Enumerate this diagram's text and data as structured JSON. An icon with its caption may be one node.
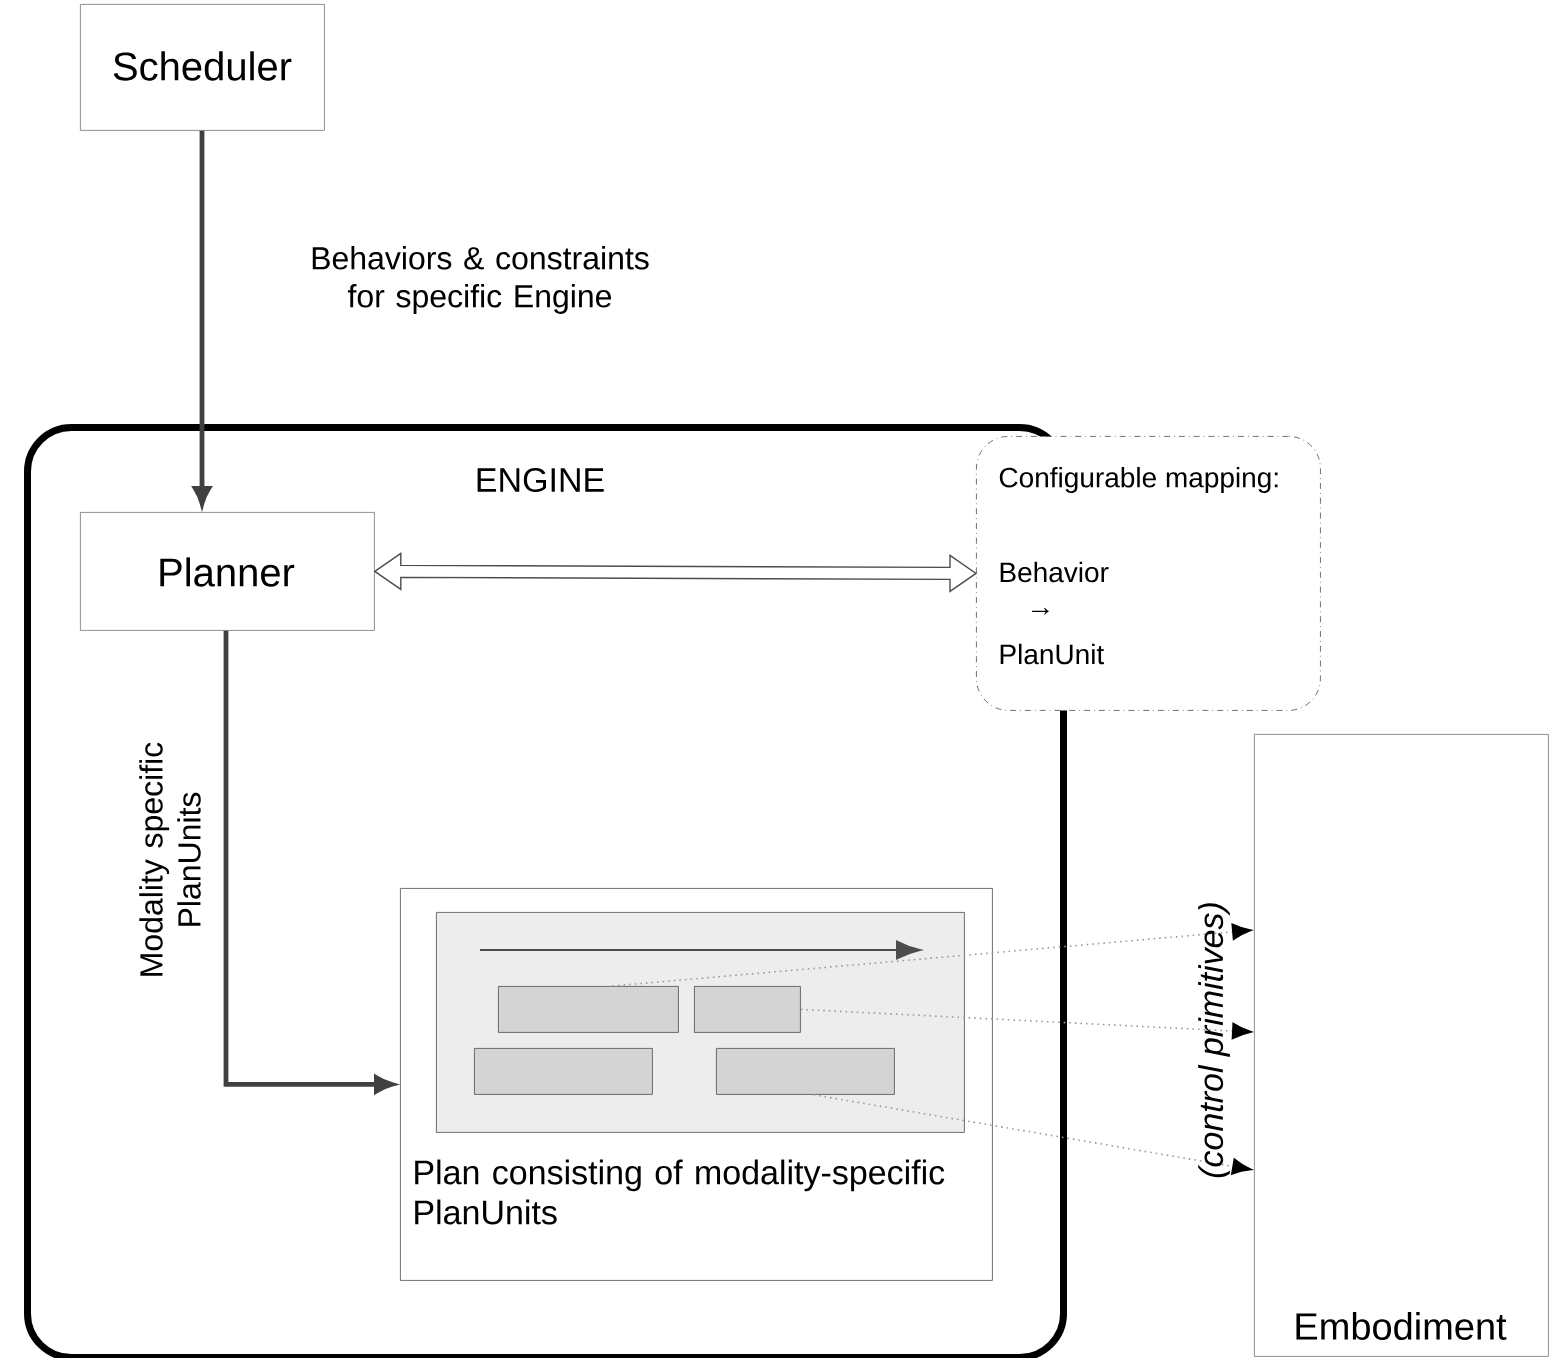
{
  "diagram": {
    "nodes": [
      {
        "text": [
          "Scheduler"
        ]
      },
      {
        "text": [
          "ENGINE"
        ]
      },
      {
        "text": [
          "Planner"
        ],
        "in": 1
      },
      {
        "text": [
          "Configurable mapping:",
          "Behavior",
          "→",
          "PlanUnit"
        ]
      },
      {
        "text": [
          "Plan consisting of modality-specific PlanUnits"
        ],
        "in": 1
      },
      {
        "text": [],
        "shape": "box",
        "in": 4
      },
      {
        "text": [],
        "shape": "box",
        "in": 5
      },
      {
        "text": [],
        "shape": "box",
        "in": 5
      },
      {
        "text": [],
        "shape": "box",
        "in": 5
      },
      {
        "text": [],
        "shape": "box",
        "in": 5
      },
      {
        "text": [
          "Embodiment"
        ]
      }
    ],
    "edges": [
      {
        "from": 0,
        "to": 2,
        "arrow": "to",
        "label": "Behaviors & constraints for specific Engine",
        "style": "thick"
      },
      {
        "from": 2,
        "to": 3,
        "arrow": "both",
        "style": "thick"
      },
      {
        "from": 2,
        "to": 4,
        "arrow": "to",
        "label": "Modality specific PlanUnits",
        "style": "thick"
      },
      {
        "from": 6,
        "to": 10,
        "arrow": "to",
        "style": "dashed",
        "color": "#9a9a9a"
      },
      {
        "from": 7,
        "to": 10,
        "arrow": "to",
        "style": "dashed",
        "color": "#9a9a9a"
      },
      {
        "from": 9,
        "to": 10,
        "arrow": "to",
        "style": "dashed",
        "color": "#9a9a9a"
      }
    ],
    "labels": [
      "(control primitives)"
    ]
  }
}
